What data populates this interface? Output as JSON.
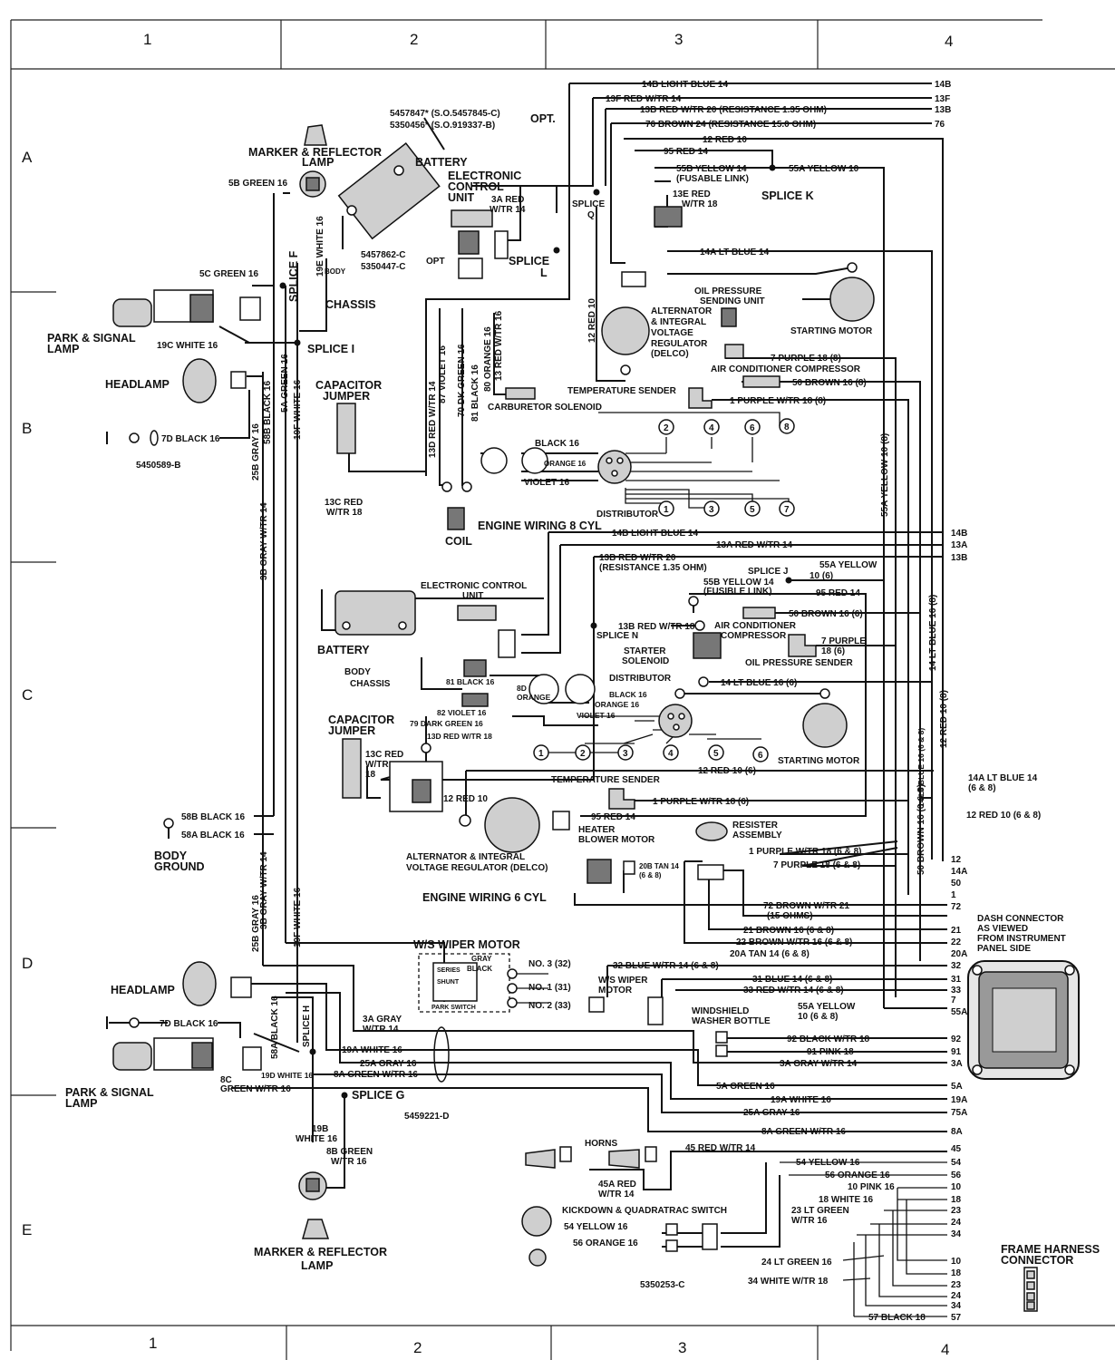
{
  "grid": {
    "columns_top": [
      "1",
      "2",
      "3",
      "4"
    ],
    "columns_bottom": [
      "1",
      "2",
      "3",
      "4"
    ],
    "rows": [
      "A",
      "B",
      "C",
      "D",
      "E"
    ]
  },
  "parts": {
    "battery_options": [
      "5457847* (S.O.5457845-C)",
      "5350456* (S.O.919337-B)"
    ],
    "battery_opt": "OPT.",
    "ground_options": [
      "5457862-C",
      "5350447-C"
    ],
    "ground_opt": "OPT",
    "other": [
      "5450589-B",
      "5459221-D",
      "5350253-C"
    ]
  },
  "components": {
    "marker_top": "MARKER & REFLECTOR",
    "marker_top2": "LAMP",
    "battery_8": "BATTERY",
    "ecu_8a": "ELECTRONIC",
    "ecu_8b": "CONTROL",
    "ecu_8c": "UNIT",
    "chassis_8": "CHASSIS",
    "body_8": "BODY",
    "park_top": "PARK & SIGNAL",
    "park_top2": "LAMP",
    "headlamp_top": "HEADLAMP",
    "capacitor_8": "CAPACITOR",
    "capacitor_8b": "JUMPER",
    "coil": "COIL",
    "engine8": "ENGINE WIRING 8 CYL",
    "distributor_8": "DISTRIBUTOR",
    "carb_solenoid": "CARBURETOR SOLENOID",
    "temp_sender_8": "TEMPERATURE SENDER",
    "alt_8a": "ALTERNATOR",
    "alt_8b": "& INTEGRAL",
    "alt_8c": "VOLTAGE",
    "alt_8d": "REGULATOR",
    "alt_8e": "(DELCO)",
    "oil_sender_a": "OIL PRESSURE",
    "oil_sender_b": "SENDING UNIT",
    "starting_motor_8": "STARTING MOTOR",
    "ac_comp_8": "AIR CONDITIONER COMPRESSOR",
    "ecu_6a": "ELECTRONIC CONTROL",
    "ecu_6b": "UNIT",
    "battery_6": "BATTERY",
    "body_6": "BODY",
    "chassis_6": "CHASSIS",
    "capacitor_6": "CAPACITOR",
    "capacitor_6b": "JUMPER",
    "ac_comp_6a": "AIR CONDITIONER",
    "ac_comp_6b": "COMPRESSOR",
    "starter_sol_a": "STARTER",
    "starter_sol_b": "SOLENOID",
    "oil_sender_6": "OIL PRESSURE SENDER",
    "distributor_6": "DISTRIBUTOR",
    "starting_motor_6": "STARTING MOTOR",
    "temp_sender_6": "TEMPERATURE SENDER",
    "body_ground_a": "BODY",
    "body_ground_b": "GROUND",
    "alt_6a": "ALTERNATOR & INTEGRAL",
    "alt_6b": "VOLTAGE REGULATOR (DELCO)",
    "heater_a": "HEATER",
    "heater_b": "BLOWER MOTOR",
    "resister_a": "RESISTER",
    "resister_b": "ASSEMBLY",
    "engine6": "ENGINE WIRING 6 CYL",
    "wiper_motor": "W/S WIPER MOTOR",
    "ws_wiper_a": "W/S WIPER",
    "ws_wiper_b": "MOTOR",
    "washer_a": "WINDSHIELD",
    "washer_b": "WASHER BOTTLE",
    "headlamp_bot": "HEADLAMP",
    "park_bot": "PARK & SIGNAL",
    "park_bot2": "LAMP",
    "horns": "HORNS",
    "kickdown": "KICKDOWN & QUADRATRAC SWITCH",
    "marker_bot": "MARKER & REFLECTOR",
    "marker_bot2": "LAMP",
    "dash_conn": [
      "DASH CONNECTOR",
      "AS VIEWED",
      "FROM INSTRUMENT",
      "PANEL SIDE"
    ],
    "frame_conn": [
      "FRAME HARNESS",
      "CONNECTOR"
    ],
    "wiper_int": [
      "SERIES",
      "SHUNT",
      "PARK SWITCH",
      "GRAY",
      "BLACK",
      "NO. 3 (32)",
      "NO. 1 (31)",
      "NO. 2 (33)"
    ]
  },
  "splices": {
    "f": "SPLICE F",
    "i": "SPLICE I",
    "k": "SPLICE K",
    "l": "SPLICE",
    "l2": "L",
    "q": "SPLICE",
    "q2": "Q",
    "j": "SPLICE J",
    "n": "SPLICE N",
    "h": "SPLICE H",
    "g": "SPLICE G"
  },
  "wires": {
    "w14b": "14B LIGHT BLUE 14",
    "w13f": "13F RED W/TR 14",
    "w13b": "13B RED W/TR 20 (RESISTANCE 1.35 OHM)",
    "w76": "76 BROWN 24 (RESISTANCE 15.0 OHM)",
    "w12": "12 RED 10",
    "w95": "95 RED 14",
    "w55b": "55B YELLOW 14",
    "w55b_f": "(FUSABLE LINK)",
    "w55a": "55A YELLOW 10",
    "w13e": "13E RED",
    "w13e2": "W/TR 18",
    "w3a": "3A RED",
    "w3a2": "W/TR 14",
    "w14a": "14A LT BLUE 14",
    "w5b": "5B GREEN 16",
    "w5c": "5C GREEN 16",
    "w19e": "19E WHITE 16",
    "w19c": "19C WHITE 16",
    "w7": "7 PURPLE 18 (8)",
    "w50": "50 BROWN 16 (8)",
    "w1": "1 PURPLE W/TR 18 (8)",
    "w12v": "12 RED 10",
    "w7d": "7D BLACK 16",
    "w25b": "25B GRAY 16",
    "w58b": "58B BLACK 16",
    "w5a": "5A GREEN 16",
    "w19f": "19F WHITE 16",
    "w3b": "3B GRAY W/TR 14",
    "w13d": "13D RED W/TR 14",
    "w87": "87 VIOLET 16",
    "w70": "70 DK GREEN 16",
    "w81": "81 BLACK 16",
    "w80": "80 ORANGE 16",
    "w13": "13 RED W/TR 16",
    "w13c": "13C RED",
    "w13c2": "W/TR 18",
    "blk16": "BLACK 16",
    "org16": "ORANGE 16",
    "vio16": "VIOLET 16",
    "w55a_v": "55A YELLOW 10 (8)",
    "w14a_v": "14 LT BLUE 16 (8)",
    "w12_v": "12 RED 10 (8)",
    "w14b6": "14B LIGHT BLUE 14",
    "w13a6": "13A RED W/TR 14",
    "w13b6": "13B RED W/TR 20",
    "w13b6r": "(RESISTANCE 1.35 OHM)",
    "w55b6": "55B YELLOW 14",
    "w55b6f": "(FUSIBLE LINK)",
    "w55a6": "55A YELLOW",
    "w55a6b": "10 (6)",
    "w95_6": "95 RED 14",
    "w50_6": "50 BROWN 16 (6)",
    "w13b_18": "13B RED W/TR 18",
    "w7_6": "7 PURPLE",
    "w7_6b": "18 (6)",
    "w14_6": "14 LT BLUE 16 (6)",
    "w81_6": "81 BLACK 16",
    "w8d": "8D",
    "w8d2": "ORANGE",
    "w82": "82 VIOLET 16",
    "w79": "79 DARK GREEN 16",
    "w13d6": "13D RED W/TR 18",
    "w13c6": "13C RED",
    "w13c6b": "W/TR",
    "w13c6c": "18",
    "blk16_6": "BLACK 16",
    "org16_6": "ORANGE 16",
    "vio16_6": "VIOLET 16",
    "w12_6": "12 RED 10 (6)",
    "w12_6b": "12 RED 10",
    "w14a_68": "14A LT BLUE 14",
    "w14a_68b": "(6 & 8)",
    "w1_6": "1 PURPLE W/TR 18 (6)",
    "w95_6b": "95 RED 14",
    "w12_68": "12 RED 10 (6 & 8)",
    "w1_68": "1 PURPLE W/TR 18 (6 & 8)",
    "w7_68": "7 PURPLE 18 (6 & 8)",
    "w50_68": "50 BROWN 16 (6 & 8)",
    "w14_68v": "14 LT BLUE 16 (6 & 8)",
    "w20b": "20B TAN 14",
    "w20b2": "(6 & 8)",
    "w58b6": "58B BLACK 16",
    "w58a6": "58A BLACK 16",
    "w72": "72 BROWN W/TR 21",
    "w72b": "(15 OHMS)",
    "w21": "21 BROWN 16 (6 & 8)",
    "w22": "22 BROWN W/TR 16 (6 & 8)",
    "w20a": "20A TAN 14 (6 & 8)",
    "w32": "32 BLUE W/TR 14 (6 & 8)",
    "w31": "31 BLUE 14 (6 & 8)",
    "w33": "33 RED W/TR 14 (6 & 8)",
    "w55a_68": "55A YELLOW",
    "w55a_68b": "10 (6 & 8)",
    "w25b_d": "25B GRAY 16",
    "w3b_d": "3B GRAY W/TR 14",
    "w19f_d": "19F WHITE 16",
    "w7d_d": "7D BLACK 16",
    "w58a_d": "58A BLACK 16",
    "w3a_d": "3A GRAY",
    "w3a_d2": "W/TR 14",
    "w19a_d": "19A WHITE 16",
    "w25a_d": "25A GRAY 16",
    "w8a_d": "8A GREEN W/TR 16",
    "w19d": "19D WHITE 16",
    "w8c": "8C",
    "w8c2": "GREEN W/TR 16",
    "w92": "92 BLACK W/TR 18",
    "w91": "91 PINK 18",
    "w3a_r": "3A GRAY W/TR 14",
    "w5a_r": "5A GREEN 16",
    "w19a_r": "19A WHITE 16",
    "w25a_r": "25A GRAY 16",
    "w8a_r": "8A GREEN W/TR 16",
    "w19b": "19B",
    "w19b2": "WHITE 16",
    "w8b": "8B GREEN",
    "w8b2": "W/TR 16",
    "w45": "45 RED W/TR 14",
    "w45a": "45A RED",
    "w45a2": "W/TR 14",
    "w54": "54 YELLOW 16",
    "w56": "56 ORANGE 16",
    "w10": "10 PINK 16",
    "w18": "18 WHITE 16",
    "w23": "23 LT GREEN",
    "w23b": "W/TR 16",
    "w54k": "54 YELLOW 16",
    "w56k": "56 ORANGE 16",
    "w24": "24 LT GREEN 16",
    "w34": "34 WHITE W/TR 18",
    "w57": "57 BLACK 18"
  },
  "terminals": {
    "right_top": [
      "14B",
      "13F",
      "13B",
      "76"
    ],
    "right_mid": [
      "14B",
      "13A",
      "13B"
    ],
    "dash": [
      "12",
      "14A",
      "50",
      "1",
      "72",
      "21",
      "22",
      "20A",
      "32",
      "31",
      "33",
      "7",
      "55A",
      "92",
      "91",
      "3A",
      "5A",
      "19A",
      "75A",
      "8A"
    ],
    "frame_top": [
      "45",
      "54",
      "56",
      "10",
      "18",
      "23",
      "24",
      "34"
    ],
    "frame_bot": [
      "10",
      "18",
      "23",
      "24",
      "34",
      "57"
    ]
  },
  "dist_numbers_8": [
    "1",
    "2",
    "3",
    "4",
    "5",
    "6",
    "7",
    "8"
  ],
  "dist_numbers_6": [
    "1",
    "2",
    "3",
    "4",
    "5",
    "6"
  ]
}
